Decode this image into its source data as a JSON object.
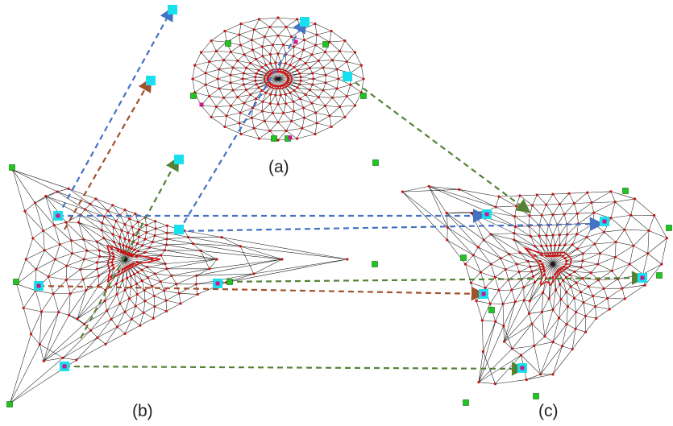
{
  "labels": {
    "a": "(a)",
    "b": "(b)",
    "c": "(c)"
  },
  "colors": {
    "mesh_edge": "#1a1a1a",
    "mesh_vertex": "#cc1111",
    "anchor": "#22c422",
    "marker_cyan": "#18e0ee",
    "marker_magenta": "#c8198c",
    "line_blue": "#4472c4",
    "line_brown": "#a0522d",
    "line_green": "#548235"
  }
}
